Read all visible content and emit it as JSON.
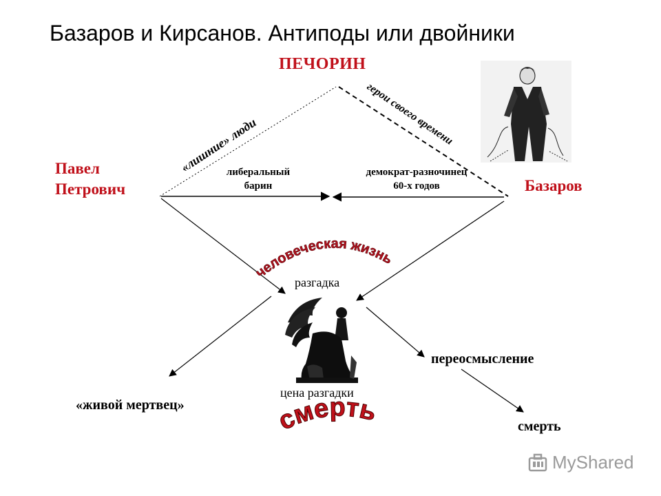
{
  "title": "Базаров и Кирсанов. Антиподы или двойники",
  "nodes": {
    "top": "ПЕЧОРИН",
    "left_line1": "Павел",
    "left_line2": "Петрович",
    "right": "Базаров"
  },
  "edges": {
    "left_diagonal": "«лишние» люди",
    "right_diagonal": "герои своего времени",
    "left_arrow_line1": "либеральный",
    "left_arrow_line2": "барин",
    "right_arrow_line1": "демократ-разночинец",
    "right_arrow_line2": "60-х годов"
  },
  "center": {
    "arc_text": "человеческая жизнь",
    "riddle": "разгадка",
    "price": "цена разгадки",
    "death_big": "смерть"
  },
  "outcomes": {
    "left": "«живой мертвец»",
    "right": "переосмысление",
    "right_end": "смерть"
  },
  "watermark": "MyShared",
  "colors": {
    "accent_red": "#c0101a",
    "arc_text_red": "#b0101c",
    "line": "#000000"
  },
  "icons": [
    "portrait-image",
    "sphinx-image",
    "myshared-logo-icon"
  ]
}
